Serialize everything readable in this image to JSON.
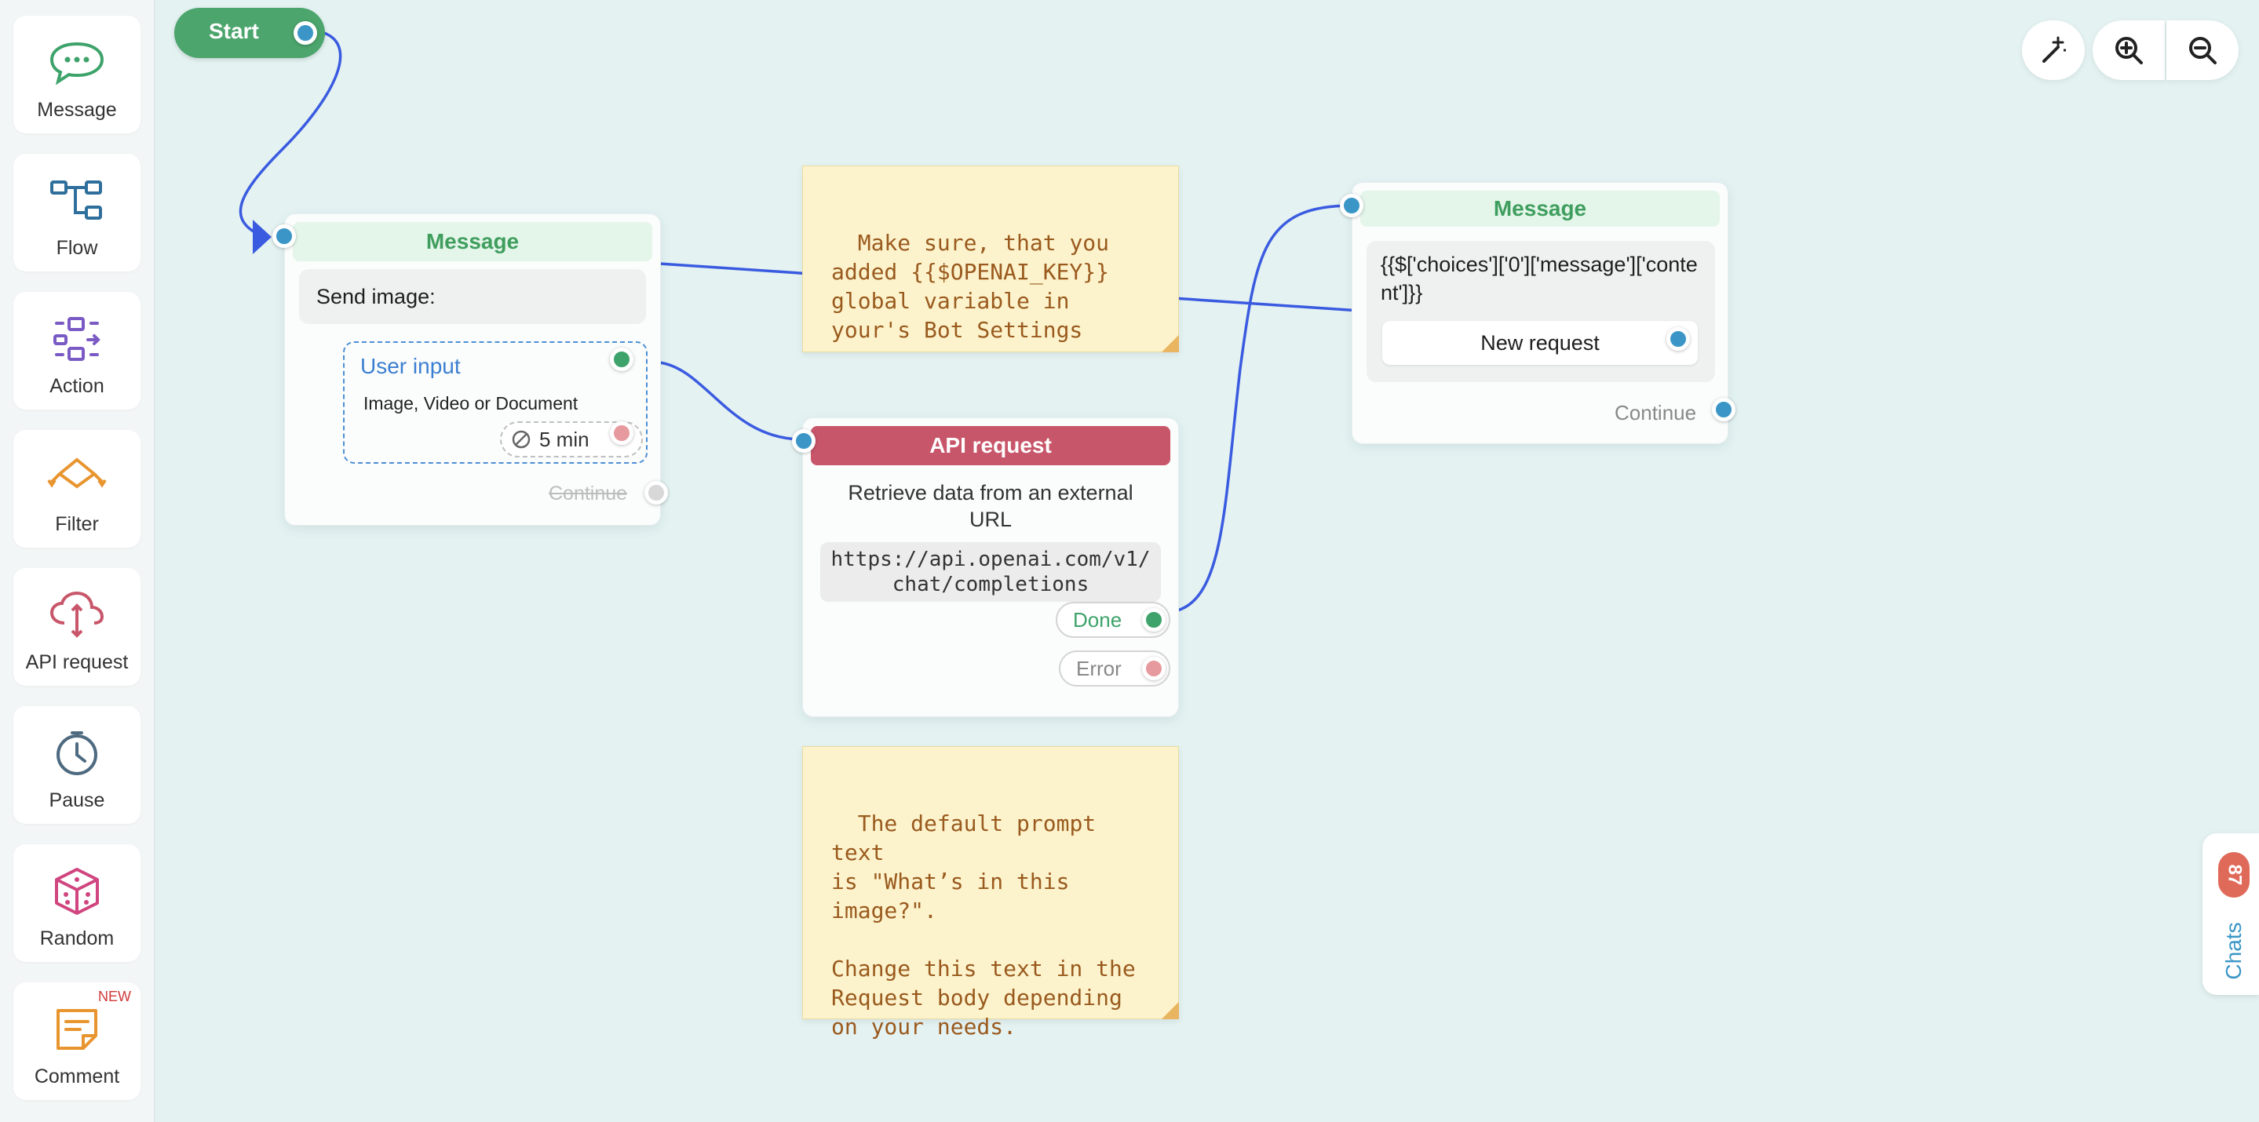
{
  "sidebar": {
    "items": [
      {
        "label": "Message",
        "icon": "chat-bubble-icon"
      },
      {
        "label": "Flow",
        "icon": "flow-icon"
      },
      {
        "label": "Action",
        "icon": "action-icon"
      },
      {
        "label": "Filter",
        "icon": "filter-icon"
      },
      {
        "label": "API request",
        "icon": "cloud-api-icon"
      },
      {
        "label": "Pause",
        "icon": "clock-icon"
      },
      {
        "label": "Random",
        "icon": "dice-icon"
      },
      {
        "label": "Comment",
        "icon": "comment-icon",
        "badge": "NEW"
      }
    ]
  },
  "start": {
    "label": "Start"
  },
  "message_node_1": {
    "title": "Message",
    "text": "Send image:",
    "user_input": {
      "title": "User input",
      "subtitle": "Image, Video or Document",
      "timeout": "5 min"
    },
    "continue_label": "Continue"
  },
  "note_1": {
    "text": "Make sure, that you\nadded {{$OPENAI_KEY}}\nglobal variable in\nyour's Bot Settings"
  },
  "api_node": {
    "title": "API request",
    "description": "Retrieve data from an external URL",
    "url": "https://api.openai.com/v1/chat/completions",
    "done_label": "Done",
    "error_label": "Error"
  },
  "note_2": {
    "text": "The default prompt text\nis \"What’s in this\nimage?\".\n\nChange this text in the\nRequest body depending\non your needs."
  },
  "message_node_2": {
    "title": "Message",
    "text": "{{$['choices']['0']['message']['content']}}",
    "button_label": "New request",
    "continue_label": "Continue"
  },
  "toolbar": {
    "icons": [
      "magic-wand-icon",
      "zoom-in-icon",
      "zoom-out-icon"
    ]
  },
  "chats": {
    "label": "Chats",
    "count": "87"
  },
  "colors": {
    "canvas_bg": "#e4f2f2",
    "accent_green": "#3ea36a",
    "connection_blue": "#3a5be0",
    "api_red": "#c8566a",
    "port_blue": "#3b96c7",
    "note_text": "#9a5a1e"
  }
}
